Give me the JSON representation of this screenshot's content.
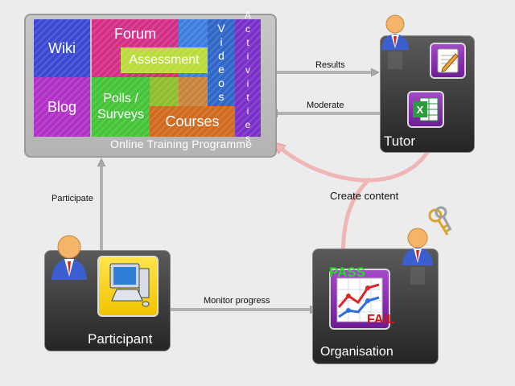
{
  "programme": {
    "caption": "Online Training Programme",
    "tiles": {
      "wiki": "Wiki",
      "forum": "Forum",
      "assessment": "Assessment",
      "videos": "Videos",
      "activities": "Activities",
      "blog": "Blog",
      "polls": "Polls / Surveys",
      "courses": "Courses"
    }
  },
  "actors": {
    "tutor": "Tutor",
    "participant": "Participant",
    "organisation": "Organisation"
  },
  "flows": {
    "results": "Results",
    "moderate": "Moderate",
    "participate": "Participate",
    "monitor": "Monitor progress",
    "create": "Create content"
  },
  "report": {
    "pass": "PASS",
    "fail": "FAIL"
  },
  "colors": {
    "wiki": "#3a49d0",
    "forum": "#d42f86",
    "assessment": "#b9dc3a",
    "videos": "#3c7ee0",
    "activities": "#7a2fc8",
    "blog": "#b030c8",
    "polls": "#45c43a",
    "courses": "#d06a1c",
    "arrow": "#b0b0b0",
    "create_arrow": "#f0b4b4"
  }
}
